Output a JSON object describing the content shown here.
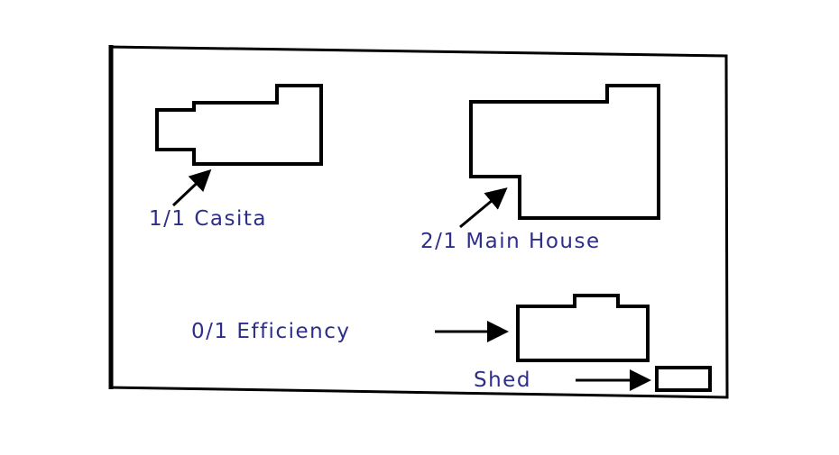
{
  "colors": {
    "label": "#2e2e8a",
    "outline": "#000000",
    "background": "#ffffff"
  },
  "labels": {
    "casita": "1/1 Casita",
    "main_house": "2/1 Main House",
    "efficiency": "0/1 Efficiency",
    "shed": "Shed"
  }
}
